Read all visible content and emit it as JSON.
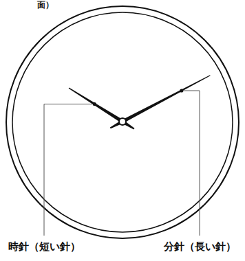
{
  "diagram": {
    "labels": [
      "面）",
      "時針（短い針）",
      "分針（長い針）"
    ]
  }
}
